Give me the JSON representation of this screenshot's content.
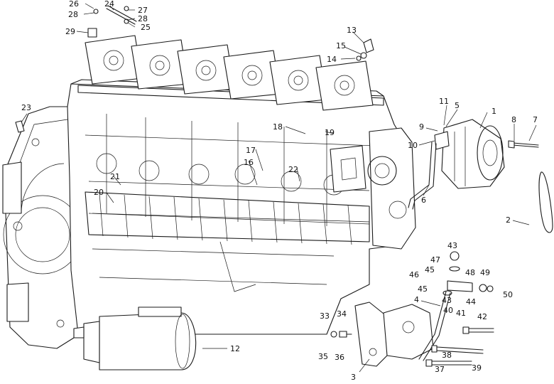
{
  "callouts": [
    {
      "id": "c1",
      "label": "1"
    },
    {
      "id": "c2",
      "label": "2"
    },
    {
      "id": "c3",
      "label": "3"
    },
    {
      "id": "c4",
      "label": "4"
    },
    {
      "id": "c5",
      "label": "5"
    },
    {
      "id": "c6",
      "label": "6"
    },
    {
      "id": "c7",
      "label": "7"
    },
    {
      "id": "c8",
      "label": "8"
    },
    {
      "id": "c9",
      "label": "9"
    },
    {
      "id": "c10",
      "label": "10"
    },
    {
      "id": "c11",
      "label": "11"
    },
    {
      "id": "c12",
      "label": "12"
    },
    {
      "id": "c13",
      "label": "13"
    },
    {
      "id": "c14",
      "label": "14"
    },
    {
      "id": "c15",
      "label": "15"
    },
    {
      "id": "c16",
      "label": "16"
    },
    {
      "id": "c17",
      "label": "17"
    },
    {
      "id": "c18",
      "label": "18"
    },
    {
      "id": "c19",
      "label": "19"
    },
    {
      "id": "c20",
      "label": "20"
    },
    {
      "id": "c21",
      "label": "21"
    },
    {
      "id": "c22",
      "label": "22"
    },
    {
      "id": "c23",
      "label": "23"
    },
    {
      "id": "c24",
      "label": "24"
    },
    {
      "id": "c25",
      "label": "25"
    },
    {
      "id": "c26",
      "label": "26"
    },
    {
      "id": "c27",
      "label": "27"
    },
    {
      "id": "c28a",
      "label": "28"
    },
    {
      "id": "c28b",
      "label": "28"
    },
    {
      "id": "c29",
      "label": "29"
    },
    {
      "id": "c33",
      "label": "33"
    },
    {
      "id": "c34",
      "label": "34"
    },
    {
      "id": "c35",
      "label": "35"
    },
    {
      "id": "c36",
      "label": "36"
    },
    {
      "id": "c37",
      "label": "37"
    },
    {
      "id": "c38",
      "label": "38"
    },
    {
      "id": "c39",
      "label": "39"
    },
    {
      "id": "c40",
      "label": "40"
    },
    {
      "id": "c41",
      "label": "41"
    },
    {
      "id": "c42",
      "label": "42"
    },
    {
      "id": "c43a",
      "label": "43"
    },
    {
      "id": "c43b",
      "label": "43"
    },
    {
      "id": "c44",
      "label": "44"
    },
    {
      "id": "c45a",
      "label": "45"
    },
    {
      "id": "c45b",
      "label": "45"
    },
    {
      "id": "c46",
      "label": "46"
    },
    {
      "id": "c47",
      "label": "47"
    },
    {
      "id": "c48",
      "label": "48"
    },
    {
      "id": "c49",
      "label": "49"
    },
    {
      "id": "c50",
      "label": "50"
    }
  ]
}
